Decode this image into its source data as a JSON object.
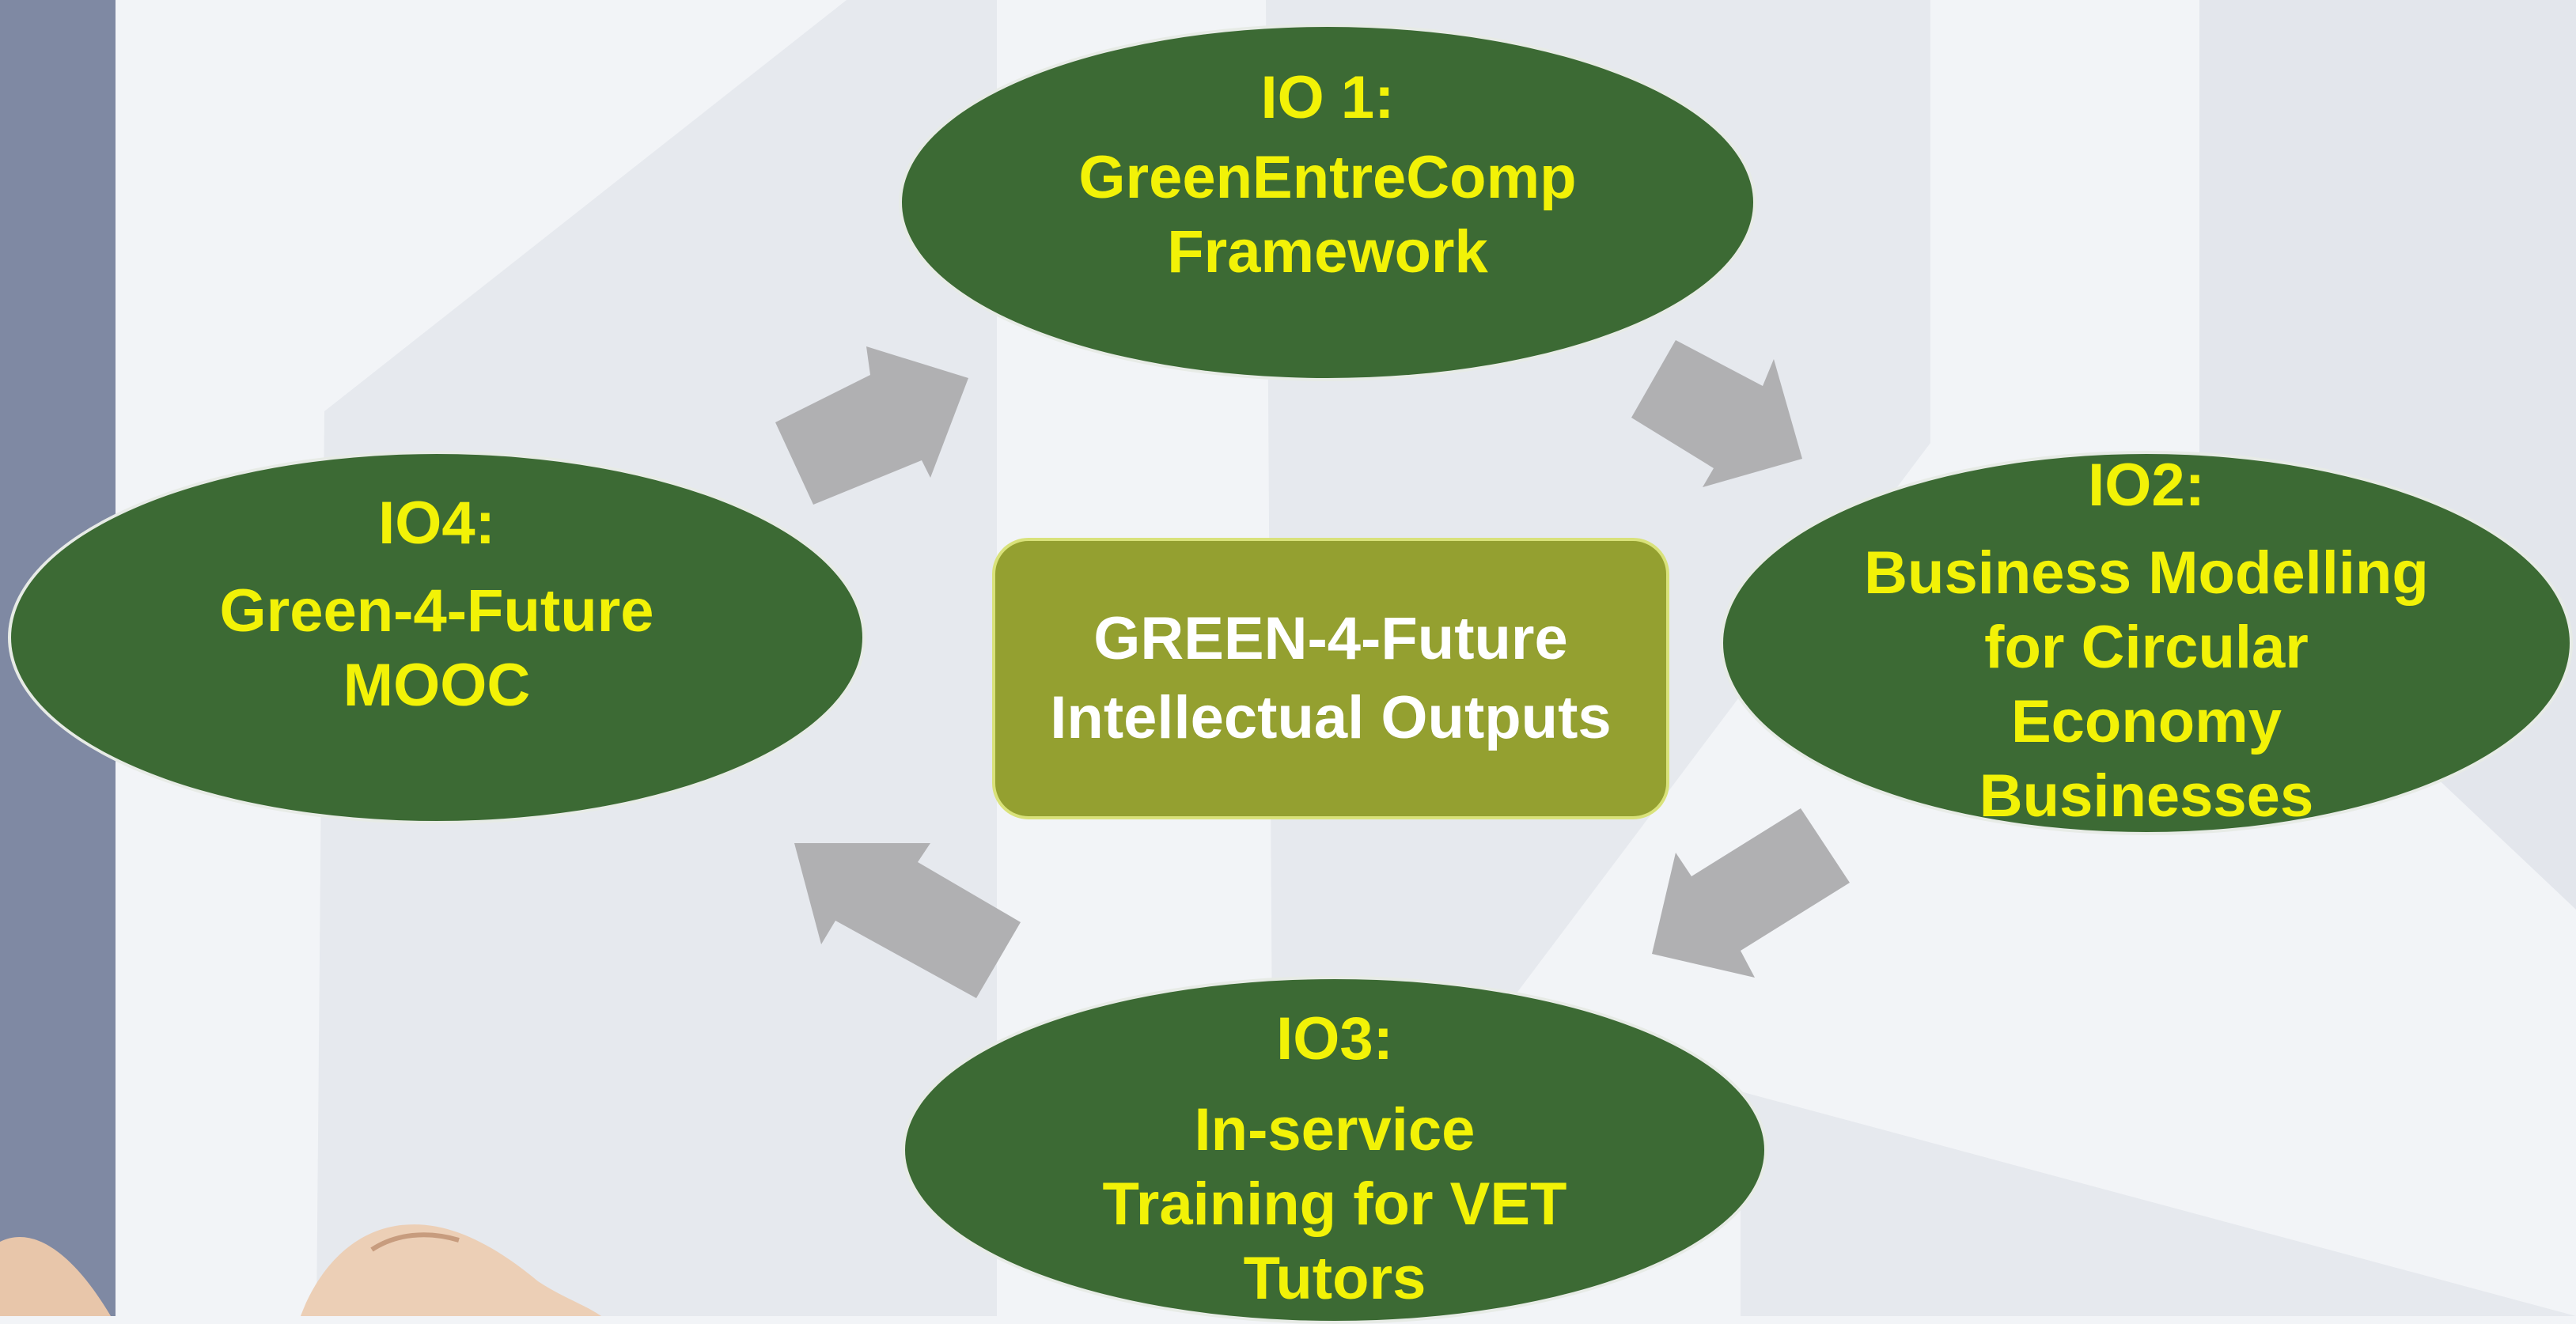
{
  "center": {
    "line1": "GREEN-4-Future",
    "line2": "Intellectual Outputs"
  },
  "outputs": [
    {
      "id": "IO 1:",
      "title_lines": [
        "GreenEntreComp",
        "Framework"
      ]
    },
    {
      "id": "IO2:",
      "title_lines": [
        "Business Modelling",
        "for Circular",
        "Economy",
        "Businesses"
      ]
    },
    {
      "id": "IO3:",
      "title_lines": [
        "In-service",
        "Training for VET",
        "Tutors"
      ]
    },
    {
      "id": "IO4:",
      "title_lines": [
        "Green-4-Future",
        "MOOC"
      ]
    }
  ],
  "colors": {
    "ellipse_fill": "#3c6a34",
    "ellipse_text": "#f2f207",
    "center_fill": "#94a030",
    "center_text": "#ffffff",
    "arrow": "#b0b0b2",
    "left_band": "#7f89a3"
  },
  "arrows": [
    "arrow-io4-to-io1",
    "arrow-io1-to-io2",
    "arrow-io2-to-io3",
    "arrow-io3-to-io4"
  ]
}
